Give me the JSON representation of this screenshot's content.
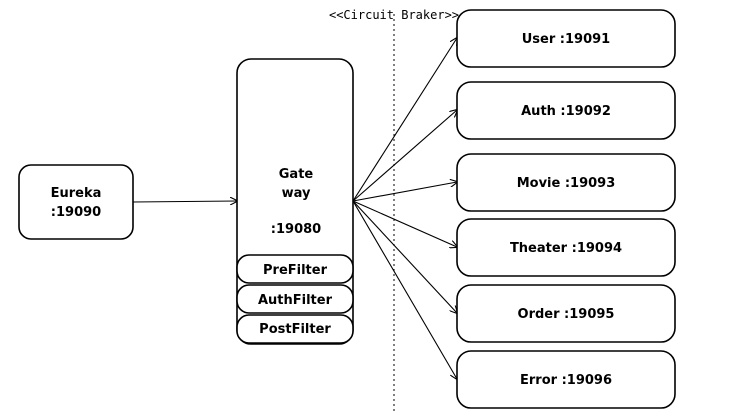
{
  "diagram": {
    "circuit_breaker_label": "<<Circuit Braker>>",
    "eureka": {
      "line1": "Eureka",
      "line2": ":19090"
    },
    "gateway": {
      "line1": "Gate",
      "line2": "way",
      "port": ":19080"
    },
    "filters": [
      {
        "label": "PreFilter"
      },
      {
        "label": "AuthFilter"
      },
      {
        "label": "PostFilter"
      }
    ],
    "services": [
      {
        "label": "User :19091"
      },
      {
        "label": "Auth :19092"
      },
      {
        "label": "Movie :19093"
      },
      {
        "label": "Theater :19094"
      },
      {
        "label": "Order :19095"
      },
      {
        "label": "Error :19096"
      }
    ]
  }
}
